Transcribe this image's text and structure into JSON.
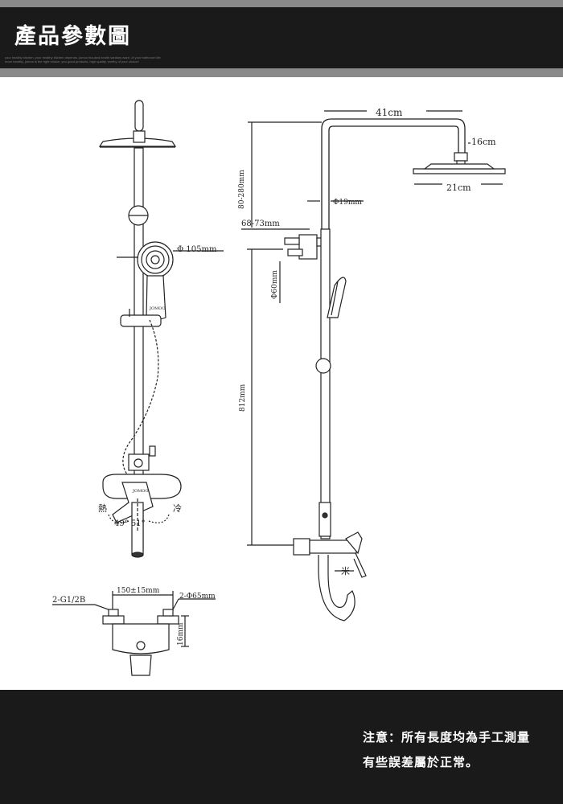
{
  "header": {
    "title": "產品參數圖",
    "subtitle": "your healthy kitchen, your healthy kitchen depends, jomoo focused health sanitary ware, of your bathroom life more healthy, jomoo is the right choice, you good products, high quality, worthy of your choice!"
  },
  "diagram": {
    "dim_41cm": "41cm",
    "dim_16cm": "16cm",
    "dim_21cm": "21cm",
    "dim_80_280": "80-280mm",
    "dim_19mm": "Φ19mm",
    "dim_68_73": "68-73mm",
    "dim_60mm": "Φ60mm",
    "dim_812": "812mm",
    "dim_105": "Φ 105mm",
    "hot_label": "熱",
    "cold_label": "冷",
    "angle_label": "49°  51°",
    "mark_label": "米",
    "dim_150": "150±15mm",
    "dim_g12b": "2-G1/2B",
    "dim_65": "2-Φ65mm",
    "dim_16mm": "16mm"
  },
  "footer": {
    "note_line1": "注意：所有長度均為手工測量",
    "note_line2": "有些誤差屬於正常。"
  }
}
